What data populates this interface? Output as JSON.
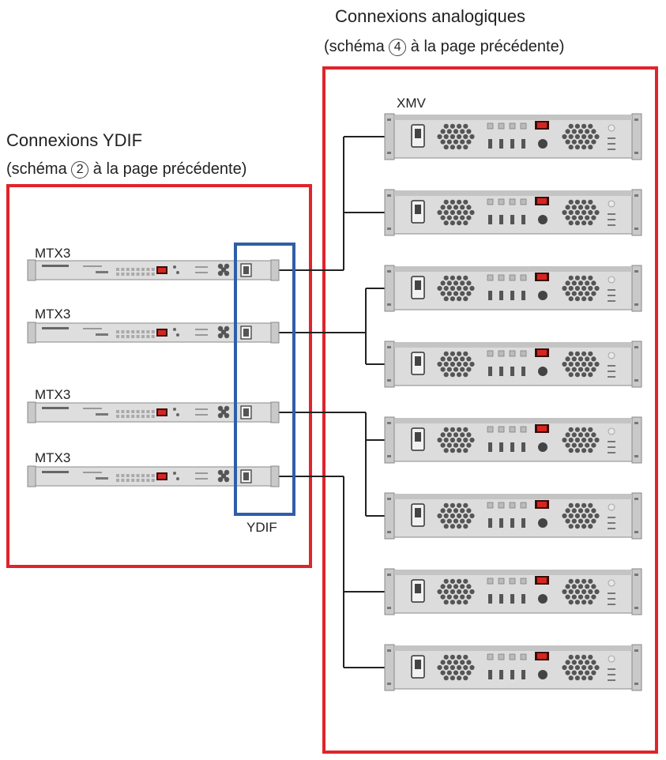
{
  "analog": {
    "title": "Connexions analogiques",
    "subtitle_pre": "(schéma ",
    "subtitle_num": "4",
    "subtitle_post": " à la page précédente)"
  },
  "ydif": {
    "title": "Connexions YDIF",
    "subtitle_pre": "(schéma ",
    "subtitle_num": "2",
    "subtitle_post": " à la page précédente)",
    "bus_label": "YDIF"
  },
  "labels": {
    "xmv": "XMV",
    "mtx": [
      "MTX3",
      "MTX3",
      "MTX3",
      "MTX3"
    ]
  },
  "colors": {
    "group_border": "#e0242b",
    "ydif_bus": "#2f5ea8",
    "cable": "#222222",
    "device_body": "#d9d9d9"
  }
}
